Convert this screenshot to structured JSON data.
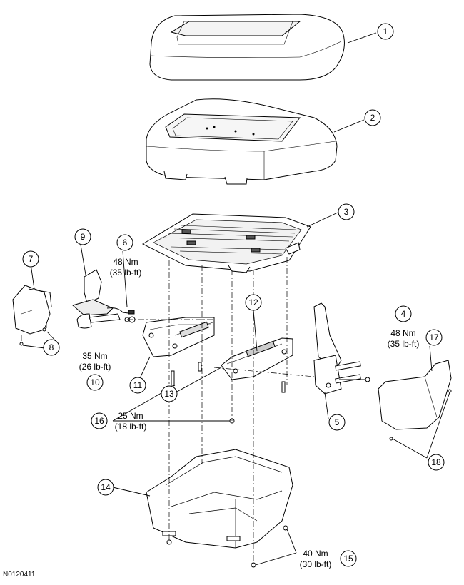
{
  "figure_id": "N0120411",
  "callouts": [
    "1",
    "2",
    "3",
    "4",
    "5",
    "6",
    "7",
    "8",
    "9",
    "10",
    "11",
    "12",
    "13",
    "14",
    "15",
    "16",
    "17",
    "18"
  ],
  "torques": {
    "t4": {
      "nm": "48 Nm",
      "lbft": "(35 lb-ft)"
    },
    "t6": {
      "nm": "48 Nm",
      "lbft": "(35 lb-ft)"
    },
    "t10": {
      "nm": "35 Nm",
      "lbft": "(26 lb-ft)"
    },
    "t16": {
      "nm": "25 Nm",
      "lbft": "(18 lb-ft)"
    },
    "t15": {
      "nm": "40 Nm",
      "lbft": "(30 lb-ft)"
    }
  }
}
